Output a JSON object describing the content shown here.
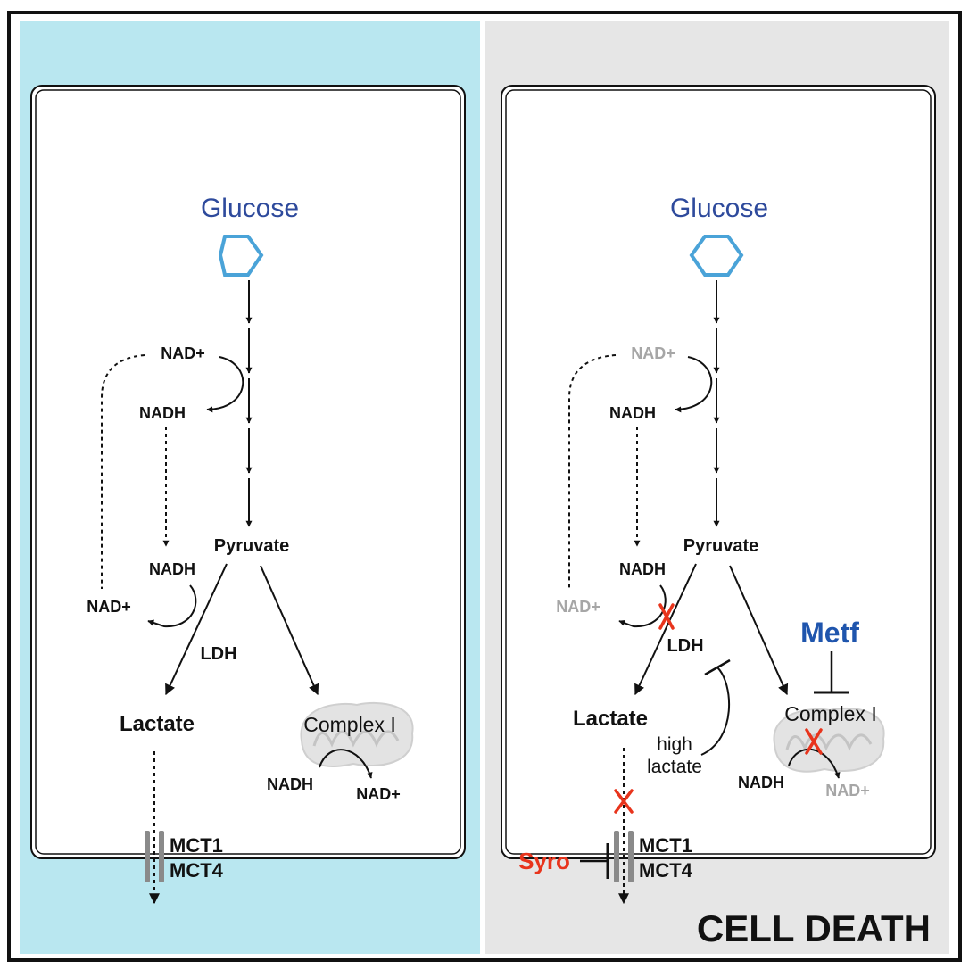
{
  "colors": {
    "left_panel_bg": "#b9e7f0",
    "right_panel_bg": "#e6e6e6",
    "glucose_text": "#2e4a9c",
    "glucose_hexagon": "#4aa3d8",
    "inhibitor_red": "#e8341c",
    "metformin_blue": "#1f55ad",
    "faded_gray": "#a6a6a6"
  },
  "left_panel": {
    "glucose": "Glucose",
    "nad_top": "NAD+",
    "nadh_top": "NADH",
    "pyruvate": "Pyruvate",
    "nadh_ldh": "NADH",
    "nad_ldh": "NAD+",
    "ldh": "LDH",
    "lactate": "Lactate",
    "complex_i": "Complex I",
    "nadh_complex": "NADH",
    "nad_complex": "NAD+",
    "mct1": "MCT1",
    "mct4": "MCT4"
  },
  "right_panel": {
    "glucose": "Glucose",
    "nad_top": "NAD+",
    "nadh_top": "NADH",
    "pyruvate": "Pyruvate",
    "nadh_ldh": "NADH",
    "nad_ldh": "NAD+",
    "ldh": "LDH",
    "lactate": "Lactate",
    "high_lactate_line1": "high",
    "high_lactate_line2": "lactate",
    "metformin": "Metf",
    "complex_i": "Complex I",
    "nadh_complex": "NADH",
    "nad_complex": "NAD+",
    "syrosingopine": "Syro",
    "mct1": "MCT1",
    "mct4": "MCT4",
    "cell_death": "CELL DEATH"
  }
}
